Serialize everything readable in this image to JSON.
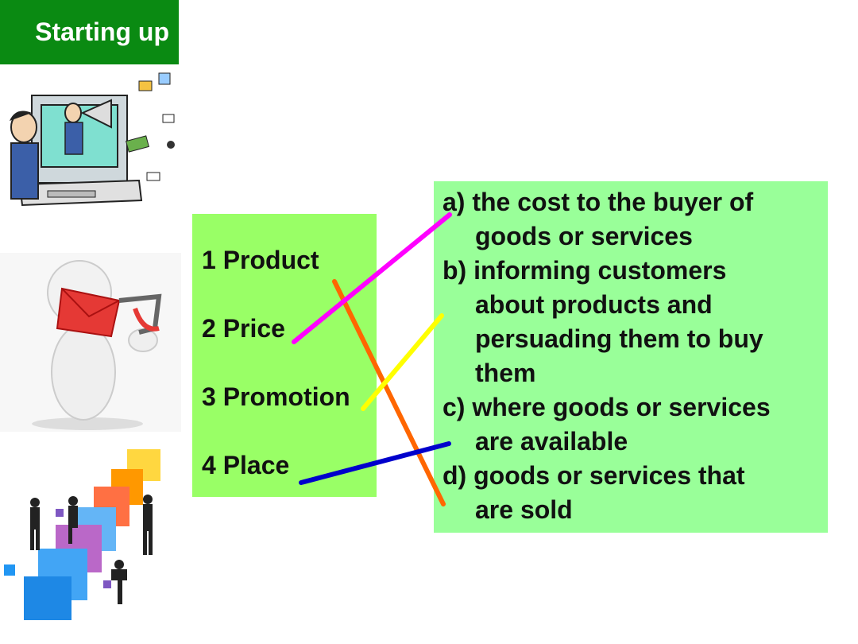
{
  "header": {
    "title": "Starting up"
  },
  "left_list": {
    "items": [
      "1 Product",
      "2 Price",
      "3 Promotion",
      "4 Place"
    ]
  },
  "right_list": {
    "lines": [
      "a) the cost to the buyer of",
      "goods  or services",
      "b) informing customers",
      "about products and",
      "persuading them to buy",
      "them",
      "c) where goods or services",
      "are available",
      "d) goods or services that",
      "are sold"
    ]
  },
  "colors": {
    "title_bg": "#0a8a12",
    "left_box": "#99ff66",
    "right_box": "#99ff99",
    "line_product": "#ff6600",
    "line_price": "#ff00ff",
    "line_promotion": "#ffff00",
    "line_place": "#0000cc"
  }
}
